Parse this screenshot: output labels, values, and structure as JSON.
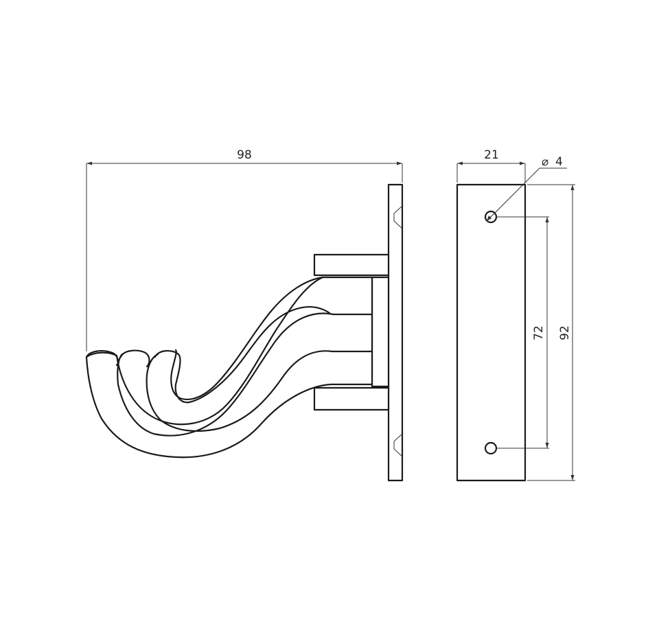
{
  "dimensions": {
    "overall_length": "98",
    "plate_width": "21",
    "hole_diameter_symbol": "⌀",
    "hole_diameter": "4",
    "hole_spacing": "72",
    "plate_height": "92"
  }
}
